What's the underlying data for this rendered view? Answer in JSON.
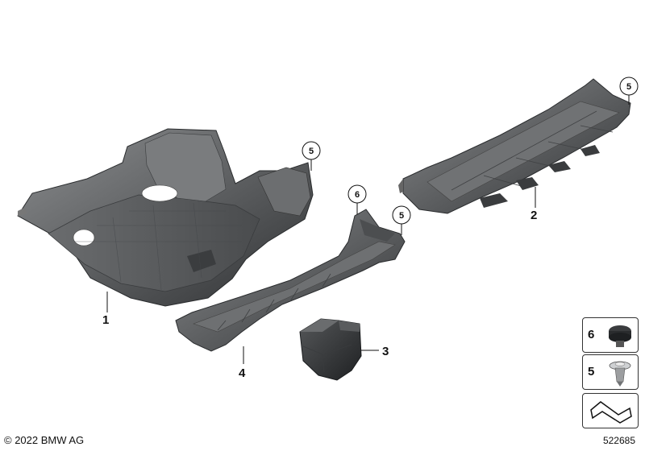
{
  "callouts": [
    {
      "part": "1",
      "label": "1"
    },
    {
      "part": "2",
      "label": "2"
    },
    {
      "part": "3",
      "label": "3"
    },
    {
      "part": "4",
      "label": "4"
    },
    {
      "part": "5a",
      "label": "5"
    },
    {
      "part": "5b",
      "label": "5"
    },
    {
      "part": "5c",
      "label": "5"
    },
    {
      "part": "6",
      "label": "6"
    }
  ],
  "legend": [
    {
      "label": "6",
      "icon": "push-plug-icon"
    },
    {
      "label": "5",
      "icon": "expanding-rivet-icon"
    },
    {
      "label": "",
      "icon": "zigzag-section-icon"
    }
  ],
  "footer": {
    "copyright": "© 2022 BMW AG",
    "diagram_number": "522685"
  },
  "colors": {
    "part_fill": "#5a5c5e",
    "part_light": "#8a8c8e",
    "part_dark": "#2e3032"
  }
}
